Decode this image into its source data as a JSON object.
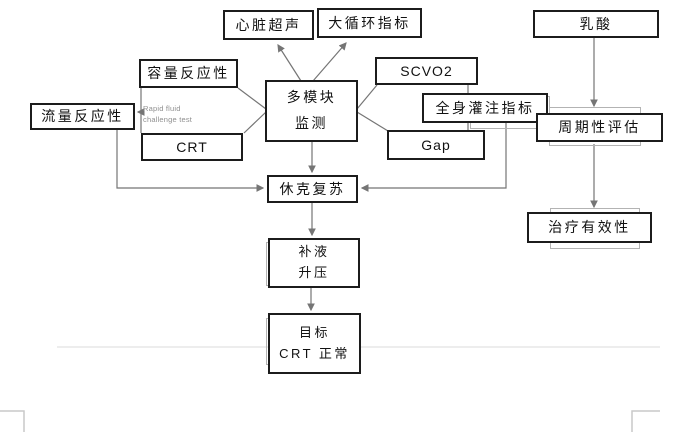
{
  "colors": {
    "background": "#ffffff",
    "box_border": "#1c1c1c",
    "box_fill": "#ffffff",
    "connector": "#757575",
    "frame_border": "#b3b3b3",
    "annotation": "#8f8f8f",
    "page_edge": "#c9c9c9",
    "ruler_line": "#e7e7e7"
  },
  "diagram": {
    "nodes": {
      "heart_ultrasound": {
        "label": "心脏超声"
      },
      "macro_circulation": {
        "label": "大循环指标"
      },
      "volume_responsiveness": {
        "label": "容量反应性"
      },
      "flow_responsiveness": {
        "label": "流量反应性"
      },
      "crt": {
        "label": "CRT"
      },
      "multi_module": {
        "line1": "多模块",
        "line2": "监测"
      },
      "scvo2": {
        "label": "SCVO2"
      },
      "systemic_perfusion": {
        "label": "全身灌注指标"
      },
      "gap": {
        "label": "Gap"
      },
      "lactate": {
        "label": "乳酸"
      },
      "periodic_evaluation": {
        "label": "周期性评估"
      },
      "treatment_effectiveness": {
        "label": "治疗有效性"
      },
      "shock_resuscitation": {
        "label": "休克复苏"
      },
      "fluid_pressor": {
        "line1": "补液",
        "line2": "升压"
      },
      "target": {
        "line1": "目标",
        "line2": "CRT 正常"
      }
    },
    "annotations": {
      "rapid_fluid": {
        "line1": "Rapid fluid",
        "line2": "challenge test"
      }
    }
  }
}
